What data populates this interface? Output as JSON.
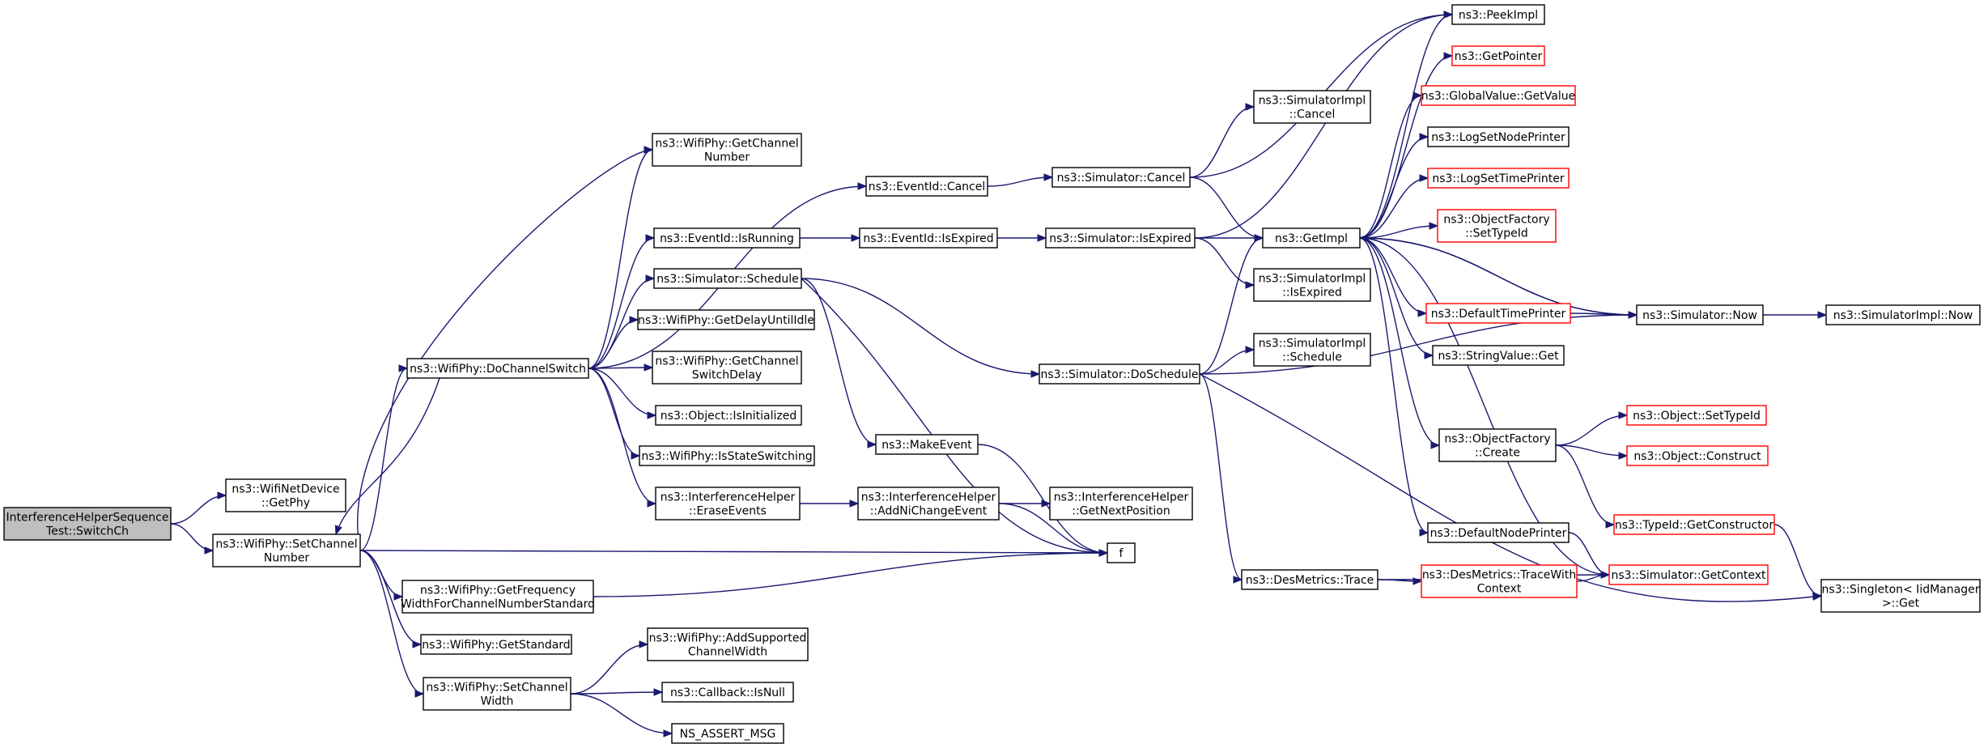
{
  "colors": {
    "edge": "#191970",
    "node_border": "#000000",
    "truncated_border": "#ff0000",
    "root_fill": "#bfbfbf"
  },
  "nodes": {
    "root": {
      "lines": [
        "InterferenceHelperSequence",
        "Test::SwitchCh"
      ],
      "truncated": false,
      "root": true
    },
    "getPhy": {
      "lines": [
        "ns3::WifiNetDevice",
        "::GetPhy"
      ],
      "truncated": false
    },
    "setChannelNumber": {
      "lines": [
        "ns3::WifiPhy::SetChannel",
        "Number"
      ],
      "truncated": false
    },
    "getChannelNumber": {
      "lines": [
        "ns3::WifiPhy::GetChannel",
        "Number"
      ],
      "truncated": false
    },
    "doChannelSwitch": {
      "lines": [
        "ns3::WifiPhy::DoChannelSwitch"
      ],
      "truncated": false
    },
    "getFreqWidth": {
      "lines": [
        "ns3::WifiPhy::GetFrequency",
        "WidthForChannelNumberStandard"
      ],
      "truncated": false
    },
    "getStandard": {
      "lines": [
        "ns3::WifiPhy::GetStandard"
      ],
      "truncated": false
    },
    "setChannelWidth": {
      "lines": [
        "ns3::WifiPhy::SetChannel",
        "Width"
      ],
      "truncated": false
    },
    "f": {
      "lines": [
        "f"
      ],
      "truncated": false
    },
    "eventCancel": {
      "lines": [
        "ns3::EventId::Cancel"
      ],
      "truncated": false
    },
    "eventIsRunning": {
      "lines": [
        "ns3::EventId::IsRunning"
      ],
      "truncated": false
    },
    "simSchedule": {
      "lines": [
        "ns3::Simulator::Schedule"
      ],
      "truncated": false
    },
    "getDelayUntilIdle": {
      "lines": [
        "ns3::WifiPhy::GetDelayUntilIdle"
      ],
      "truncated": false
    },
    "getChannelSwitchDelay": {
      "lines": [
        "ns3::WifiPhy::GetChannel",
        "SwitchDelay"
      ],
      "truncated": false
    },
    "objIsInitialized": {
      "lines": [
        "ns3::Object::IsInitialized"
      ],
      "truncated": false
    },
    "isStateSwitching": {
      "lines": [
        "ns3::WifiPhy::IsStateSwitching"
      ],
      "truncated": false
    },
    "eraseEvents": {
      "lines": [
        "ns3::InterferenceHelper",
        "::EraseEvents"
      ],
      "truncated": false
    },
    "addNiChange": {
      "lines": [
        "ns3::InterferenceHelper",
        "::AddNiChangeEvent"
      ],
      "truncated": false
    },
    "getNextPosition": {
      "lines": [
        "ns3::InterferenceHelper",
        "::GetNextPosition"
      ],
      "truncated": false
    },
    "eventIsExpired": {
      "lines": [
        "ns3::EventId::IsExpired"
      ],
      "truncated": false
    },
    "makeEvent": {
      "lines": [
        "ns3::MakeEvent"
      ],
      "truncated": false
    },
    "addSupportedCW": {
      "lines": [
        "ns3::WifiPhy::AddSupported",
        "ChannelWidth"
      ],
      "truncated": false
    },
    "callbackIsNull": {
      "lines": [
        "ns3::Callback::IsNull"
      ],
      "truncated": false
    },
    "nsAssertMsg": {
      "lines": [
        "NS_ASSERT_MSG"
      ],
      "truncated": false
    },
    "simCancel": {
      "lines": [
        "ns3::Simulator::Cancel"
      ],
      "truncated": false
    },
    "simIsExpired": {
      "lines": [
        "ns3::Simulator::IsExpired"
      ],
      "truncated": false
    },
    "simDoSchedule": {
      "lines": [
        "ns3::Simulator::DoSchedule"
      ],
      "truncated": false
    },
    "desTrace": {
      "lines": [
        "ns3::DesMetrics::Trace"
      ],
      "truncated": false
    },
    "implCancel": {
      "lines": [
        "ns3::SimulatorImpl",
        "::Cancel"
      ],
      "truncated": false
    },
    "implIsExpired": {
      "lines": [
        "ns3::SimulatorImpl",
        "::IsExpired"
      ],
      "truncated": false
    },
    "implSchedule": {
      "lines": [
        "ns3::SimulatorImpl",
        "::Schedule"
      ],
      "truncated": false
    },
    "getImpl": {
      "lines": [
        "ns3::GetImpl"
      ],
      "truncated": false
    },
    "traceWithContext": {
      "lines": [
        "ns3::DesMetrics::TraceWith",
        "Context"
      ],
      "truncated": true
    },
    "peekImpl": {
      "lines": [
        "ns3::PeekImpl"
      ],
      "truncated": false
    },
    "getPointer": {
      "lines": [
        "ns3::GetPointer"
      ],
      "truncated": true
    },
    "globalValueGet": {
      "lines": [
        "ns3::GlobalValue::GetValue"
      ],
      "truncated": true
    },
    "logSetNodePrinter": {
      "lines": [
        "ns3::LogSetNodePrinter"
      ],
      "truncated": false
    },
    "logSetTimePrinter": {
      "lines": [
        "ns3::LogSetTimePrinter"
      ],
      "truncated": true
    },
    "ofSetTypeId": {
      "lines": [
        "ns3::ObjectFactory",
        "::SetTypeId"
      ],
      "truncated": true
    },
    "defaultTimePrinter": {
      "lines": [
        "ns3::DefaultTimePrinter"
      ],
      "truncated": true
    },
    "stringValueGet": {
      "lines": [
        "ns3::StringValue::Get"
      ],
      "truncated": false
    },
    "ofCreate": {
      "lines": [
        "ns3::ObjectFactory",
        "::Create"
      ],
      "truncated": false
    },
    "defaultNodePrinter": {
      "lines": [
        "ns3::DefaultNodePrinter"
      ],
      "truncated": false
    },
    "simGetContext": {
      "lines": [
        "ns3::Simulator::GetContext"
      ],
      "truncated": true
    },
    "simNow": {
      "lines": [
        "ns3::Simulator::Now"
      ],
      "truncated": false
    },
    "implNow": {
      "lines": [
        "ns3::SimulatorImpl::Now"
      ],
      "truncated": false
    },
    "objSetTypeId": {
      "lines": [
        "ns3::Object::SetTypeId"
      ],
      "truncated": true
    },
    "objConstruct": {
      "lines": [
        "ns3::Object::Construct"
      ],
      "truncated": true
    },
    "typeIdGetCtor": {
      "lines": [
        "ns3::TypeId::GetConstructor"
      ],
      "truncated": true
    },
    "singletonGet": {
      "lines": [
        "ns3::Singleton< IidManager",
        " >::Get"
      ],
      "truncated": false
    }
  }
}
